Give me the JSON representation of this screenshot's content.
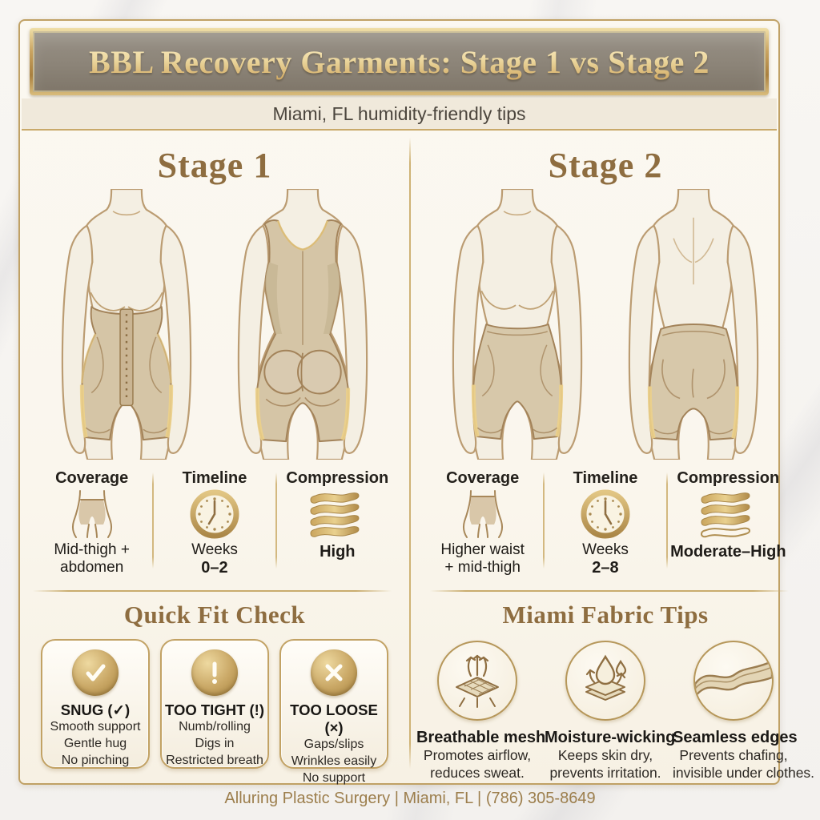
{
  "banner": {
    "title": "BBL Recovery Garments: Stage 1 vs Stage 2"
  },
  "subtitle": "Miami, FL humidity-friendly tips",
  "stage1": {
    "heading": "Stage 1",
    "stats": {
      "coverage": {
        "label": "Coverage",
        "icon": "torso-coverage-icon",
        "line1": "Mid-thigh +",
        "line2": "abdomen"
      },
      "timeline": {
        "label": "Timeline",
        "icon": "clock-icon",
        "line1": "Weeks",
        "value": "0–2"
      },
      "compression": {
        "label": "Compression",
        "icon": "compression-bands-icon",
        "value": "High"
      }
    }
  },
  "stage2": {
    "heading": "Stage 2",
    "stats": {
      "coverage": {
        "label": "Coverage",
        "icon": "torso-coverage-icon",
        "line1": "Higher waist",
        "line2": "+ mid-thigh"
      },
      "timeline": {
        "label": "Timeline",
        "icon": "clock-icon",
        "line1": "Weeks",
        "value": "2–8"
      },
      "compression": {
        "label": "Compression",
        "icon": "compression-bands-icon",
        "value": "Moderate–High"
      }
    }
  },
  "fit_check": {
    "heading": "Quick Fit Check",
    "cards": [
      {
        "icon": "check-badge-icon",
        "title": "SNUG (✓)",
        "line1": "Smooth support",
        "line2": "Gentle hug",
        "line3": "No pinching"
      },
      {
        "icon": "alert-badge-icon",
        "title": "TOO TIGHT (!)",
        "line1": "Numb/rolling",
        "line2": "Digs in",
        "line3": "Restricted breath"
      },
      {
        "icon": "cross-badge-icon",
        "title": "TOO LOOSE (×)",
        "line1": "Gaps/slips",
        "line2": "Wrinkles easily",
        "line3": "No support"
      }
    ]
  },
  "fabric_tips": {
    "heading": "Miami Fabric Tips",
    "items": [
      {
        "icon": "breathable-mesh-icon",
        "name": "Breathable mesh",
        "line1": "Promotes airflow,",
        "line2": "reduces sweat."
      },
      {
        "icon": "moisture-wicking-icon",
        "name": "Moisture-wicking",
        "line1": "Keeps skin dry,",
        "line2": "prevents irritation."
      },
      {
        "icon": "seamless-edges-icon",
        "name": "Seamless edges",
        "line1": "Prevents chafing,",
        "line2": "invisible under clothes."
      }
    ]
  },
  "footer": "Alluring Plastic Surgery | Miami, FL | (786) 305-8649",
  "colors": {
    "gold": "#b9995c",
    "gold_light": "#ecd08a",
    "banner_bg": "#8c8478",
    "banner_text": "#eed9a0",
    "heading_bronze": "#8e6d40",
    "card_bg": "#fbf7ef",
    "text_dark": "#24211c",
    "footer_text": "#9c7e4c",
    "garment_tan": "#d5c5a6",
    "skin": "#f4efe3"
  }
}
